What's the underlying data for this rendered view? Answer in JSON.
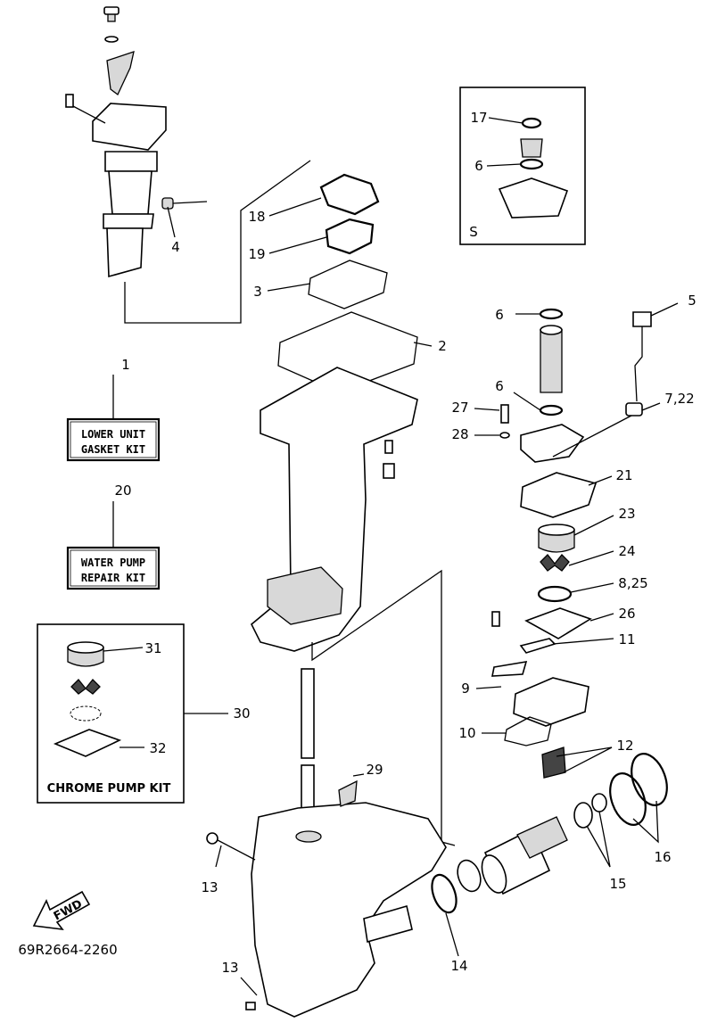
{
  "diagram": {
    "code": "69R2664-2260",
    "fwd_label": "FWD",
    "kits": {
      "lower_unit": {
        "line1": "LOWER UNIT",
        "line2": "GASKET KIT"
      },
      "water_pump": {
        "line1": "WATER PUMP",
        "line2": "REPAIR KIT"
      },
      "chrome_pump": {
        "caption": "CHROME PUMP KIT"
      },
      "s_box": {
        "label": "S"
      }
    },
    "callouts": {
      "c1": "1",
      "c2": "2",
      "c3": "3",
      "c4": "4",
      "c5": "5",
      "c6a": "6",
      "c6b": "6",
      "c6c": "6",
      "c7_22": "7,22",
      "c8_25": "8,25",
      "c9": "9",
      "c10": "10",
      "c11": "11",
      "c12": "12",
      "c13a": "13",
      "c13b": "13",
      "c14": "14",
      "c15": "15",
      "c16": "16",
      "c17": "17",
      "c18": "18",
      "c19": "19",
      "c20": "20",
      "c21": "21",
      "c23": "23",
      "c24": "24",
      "c26": "26",
      "c27": "27",
      "c28": "28",
      "c29": "29",
      "c30": "30",
      "c31": "31",
      "c32": "32"
    }
  }
}
